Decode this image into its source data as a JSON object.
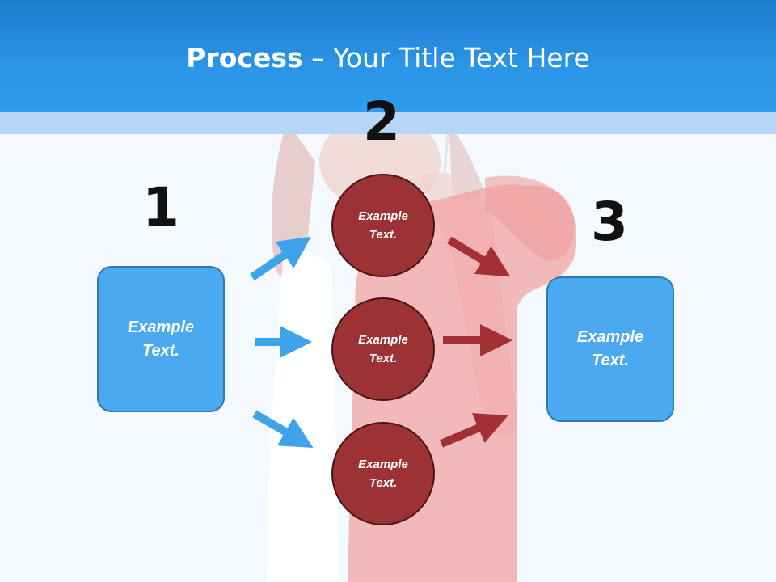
{
  "title": {
    "bold": "Process",
    "rest": " – Your Title Text Here"
  },
  "steps": [
    {
      "number": "1",
      "text_line1": "Example",
      "text_line2": "Text."
    },
    {
      "number": "2",
      "text_line1": "Example",
      "text_line2": "Text."
    },
    {
      "number": "3",
      "text_line1": "Example",
      "text_line2": "Text."
    }
  ],
  "circles": [
    {
      "line1": "Example",
      "line2": "Text."
    },
    {
      "line1": "Example",
      "line2": "Text."
    },
    {
      "line1": "Example",
      "line2": "Text."
    }
  ],
  "colors": {
    "header": "#2b95e6",
    "box": "#4aa9ef",
    "circle": "#9b3233",
    "blue_arrow": "#3fa3ea",
    "red_arrow": "#a33033"
  }
}
